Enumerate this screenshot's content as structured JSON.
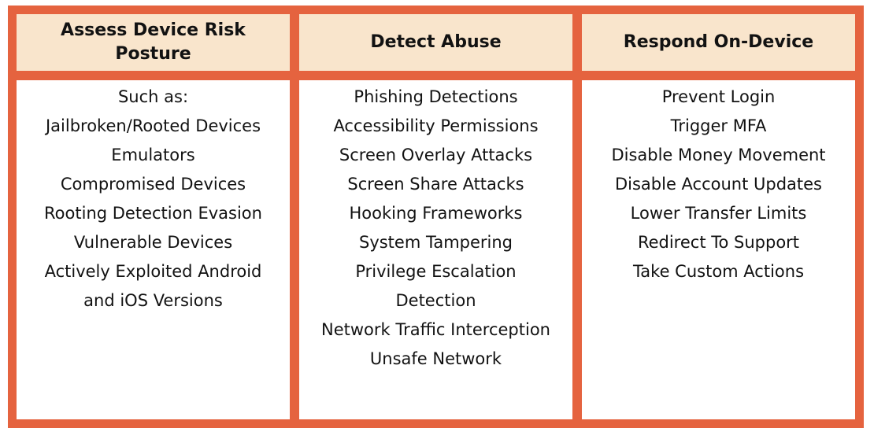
{
  "palette": {
    "border_orange": "#e5633f",
    "header_fill": "#f9e5cc",
    "body_fill": "#ffffff",
    "text_color": "#121212",
    "page_background": "#ffffff"
  },
  "columns": [
    {
      "header": "Assess Device Risk\nPosture",
      "items": [
        "Such as:",
        "Jailbroken/Rooted Devices",
        "Emulators",
        "Compromised Devices",
        "Rooting Detection Evasion",
        "Vulnerable Devices",
        "Actively Exploited Android\nand iOS Versions"
      ]
    },
    {
      "header": "Detect Abuse",
      "items": [
        "Phishing Detections",
        "Accessibility Permissions",
        "Screen Overlay Attacks",
        "Screen Share Attacks",
        "Hooking Frameworks",
        "System Tampering",
        "Privilege Escalation\nDetection",
        "Network Traffic Interception",
        "Unsafe Network"
      ]
    },
    {
      "header": "Respond On-Device",
      "items": [
        "Prevent Login",
        "Trigger MFA",
        "Disable Money Movement",
        "Disable Account Updates",
        "Lower Transfer Limits",
        "Redirect To Support",
        "Take Custom Actions"
      ]
    }
  ]
}
